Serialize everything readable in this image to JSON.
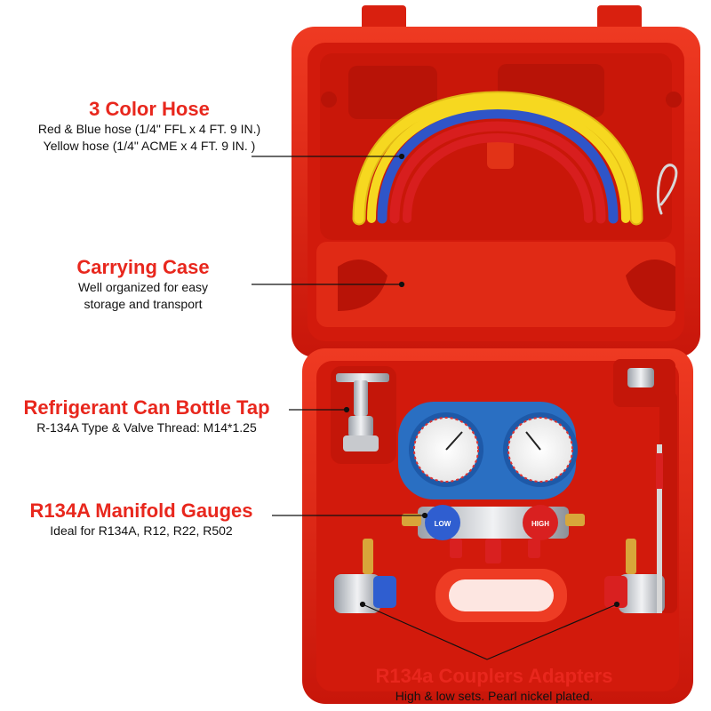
{
  "colors": {
    "case_red": "#e01e10",
    "case_dark": "#b31208",
    "title_red": "#e8271d",
    "hose_yellow": "#f4d21a",
    "hose_red": "#d81e1e",
    "hose_blue": "#2f55c8",
    "gauge_blue": "#2a6fc2"
  },
  "labels": {
    "hose": {
      "title": "3 Color Hose",
      "line1": "Red & Blue hose (1/4\" FFL x 4 FT. 9 IN.)",
      "line2": "Yellow hose (1/4\" ACME x 4 FT. 9 IN. )"
    },
    "case": {
      "title": "Carrying Case",
      "line1": "Well organized for easy",
      "line2": "storage and transport"
    },
    "tap": {
      "title": "Refrigerant Can Bottle Tap",
      "line1": "R-134A Type & Valve Thread: M14*1.25"
    },
    "gauges": {
      "title": "R134A Manifold Gauges",
      "line1": "Ideal for R134A, R12, R22, R502"
    },
    "couplers": {
      "title": "R134a Couplers Adapters",
      "line1": "High & low sets. Pearl nickel plated."
    }
  },
  "knobs": {
    "low": "LOW",
    "high": "HIGH"
  }
}
